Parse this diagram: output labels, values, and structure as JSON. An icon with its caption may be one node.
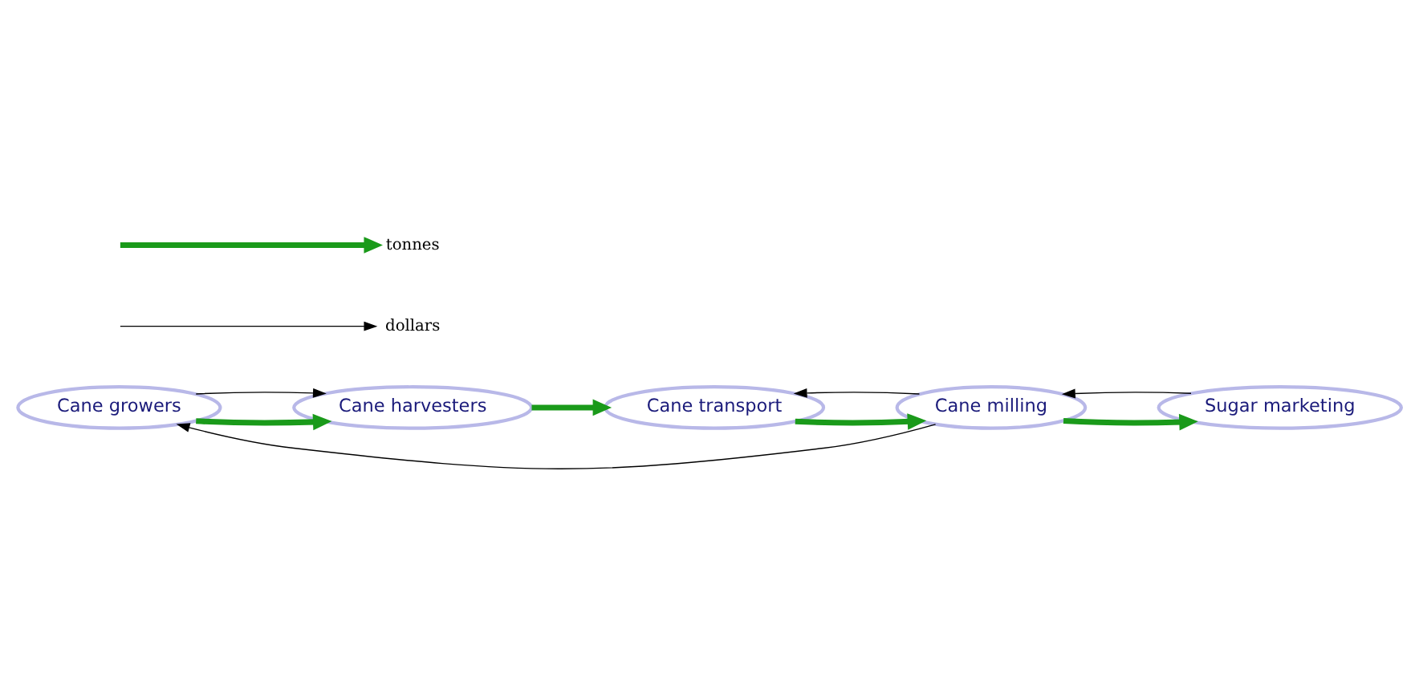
{
  "diagram": {
    "nodes": [
      {
        "text": [
          "Cane growers"
        ]
      },
      {
        "text": [
          "Cane harvesters"
        ]
      },
      {
        "text": [
          "Sugar marketing"
        ]
      },
      {
        "text": [
          "Cane milling"
        ]
      },
      {
        "text": [
          "Cane transport"
        ]
      }
    ],
    "edges": [
      {
        "from": 0,
        "to": 1,
        "arrow": "to",
        "style": "thick",
        "color": "#1a9a1a"
      },
      {
        "from": 1,
        "to": 4,
        "arrow": "to",
        "style": "thick",
        "color": "#1a9a1a"
      },
      {
        "from": 4,
        "to": 3,
        "arrow": "to",
        "style": "thick",
        "color": "#1a9a1a"
      },
      {
        "from": 3,
        "to": 2,
        "arrow": "to",
        "style": "thick",
        "color": "#1a9a1a"
      },
      {
        "from": 2,
        "to": 3,
        "arrow": "to",
        "color": "#000000"
      },
      {
        "from": 3,
        "to": 0,
        "arrow": "to",
        "color": "#000000"
      },
      {
        "from": 3,
        "to": 4,
        "arrow": "to",
        "color": "#000000"
      },
      {
        "from": 0,
        "to": 1,
        "arrow": "to",
        "color": "#000000"
      }
    ],
    "legend": [
      {
        "text": "tonnes"
      },
      {
        "text": "dollars"
      }
    ]
  }
}
